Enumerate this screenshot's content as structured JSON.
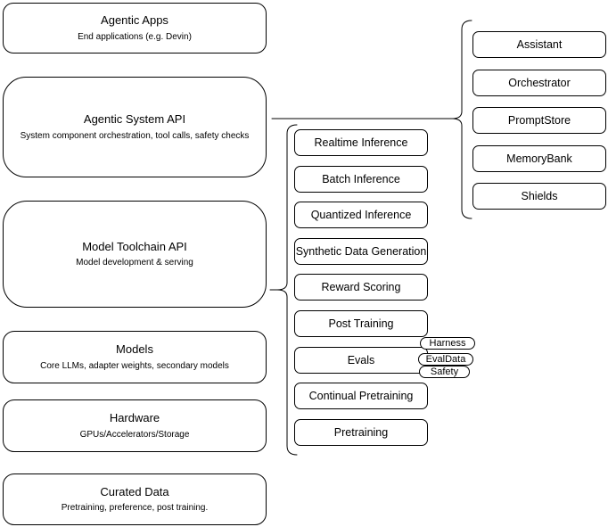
{
  "diagram": {
    "colors": {
      "background": "#ffffff",
      "stroke": "#000000",
      "fill": "#ffffff",
      "text": "#000000"
    },
    "left_stack": [
      {
        "title": "Agentic Apps",
        "subtitle": "End applications (e.g. Devin)"
      },
      {
        "title": "Agentic System API",
        "subtitle": "System component orchestration, tool calls, safety checks"
      },
      {
        "title": "Model Toolchain API",
        "subtitle": "Model development & serving"
      },
      {
        "title": "Models",
        "subtitle": "Core LLMs, adapter weights, secondary models"
      },
      {
        "title": "Hardware",
        "subtitle": "GPUs/Accelerators/Storage"
      },
      {
        "title": "Curated Data",
        "subtitle": "Pretraining, preference, post training."
      }
    ],
    "toolchain_components": [
      {
        "label": "Realtime Inference"
      },
      {
        "label": "Batch Inference"
      },
      {
        "label": "Quantized Inference"
      },
      {
        "label": "Synthetic Data Generation"
      },
      {
        "label": "Reward Scoring"
      },
      {
        "label": "Post Training"
      },
      {
        "label": "Evals"
      },
      {
        "label": "Continual Pretraining"
      },
      {
        "label": "Pretraining"
      }
    ],
    "evals_badges": [
      {
        "label": "Harness"
      },
      {
        "label": "EvalData"
      },
      {
        "label": "Safety"
      }
    ],
    "system_components": [
      {
        "label": "Assistant"
      },
      {
        "label": "Orchestrator"
      },
      {
        "label": "PromptStore"
      },
      {
        "label": "MemoryBank"
      },
      {
        "label": "Shields"
      }
    ]
  }
}
